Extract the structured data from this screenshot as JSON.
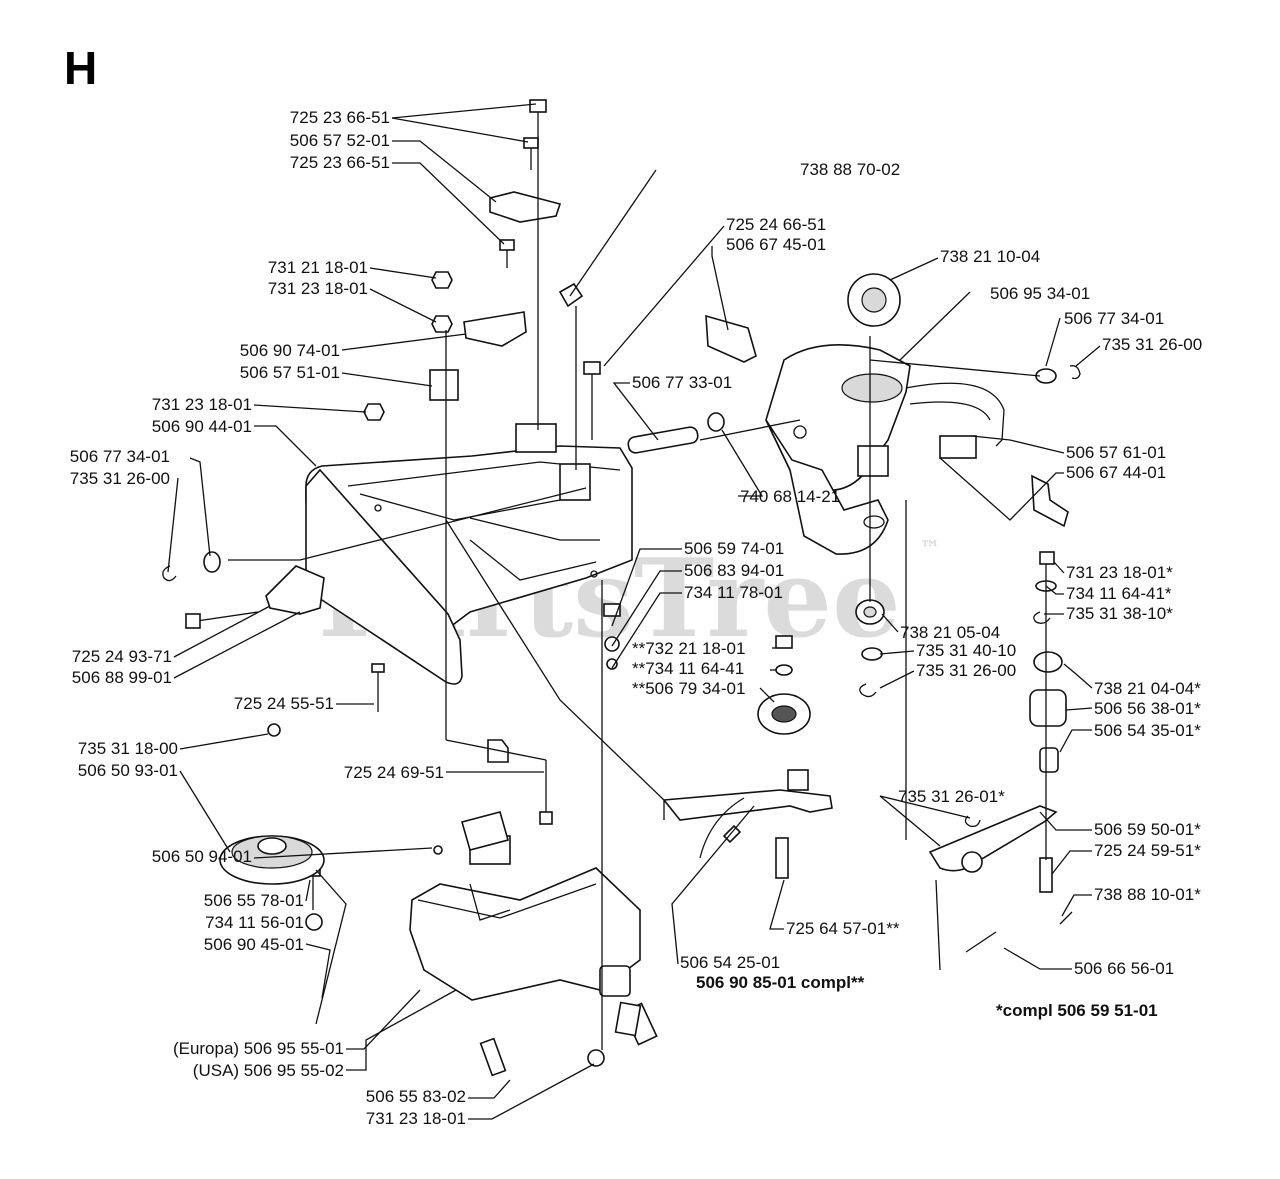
{
  "section_letter": "H",
  "watermark": "PartsTree",
  "watermark_tm": "™",
  "labels": [
    "725 23 66-51",
    "506 57 52-01",
    "725 23 66-51",
    "738 88 70-02",
    "725 24 66-51",
    "506 67 45-01",
    "738 21 10-04",
    "731 21 18-01",
    "731 23 18-01",
    "506 95 34-01",
    "506 77 34-01",
    "735 31 26-00",
    "506 90 74-01",
    "506 57 51-01",
    "506 77 33-01",
    "731 23 18-01",
    "506 90 44-01",
    "506 57 61-01",
    "506 77 34-01",
    "735 31 26-00",
    "506 67 44-01",
    "740 68 14-21",
    "506 59 74-01",
    "506 83 94-01",
    "731 23 18-01*",
    "734 11 78-01",
    "734 11 64-41*",
    "735 31 38-10*",
    "**732 21 18-01",
    "738 21 05-04",
    "725 24 93-71",
    "**734 11 64-41",
    "735 31 40-10",
    "506 88 99-01",
    "735 31 26-00",
    "**506 79 34-01",
    "738 21 04-04*",
    "725 24 55-51",
    "506 56 38-01*",
    "506 54 35-01*",
    "735 31 18-00",
    "506 50 93-01",
    "725 24 69-51",
    "735 31 26-01*",
    "506 59 50-01*",
    "506 50 94-01",
    "725 24 59-51*",
    "506 55 78-01",
    "738 88 10-01*",
    "734 11 56-01",
    "725 64 57-01**",
    "506 90 45-01",
    "506 54 25-01",
    "506 66 56-01",
    "(Europa) 506 95 55-01",
    "(USA) 506 95 55-02",
    "506 55 83-02",
    "731 23 18-01"
  ],
  "notes": {
    "compl_assembly": "506 90 85-01 compl**",
    "compl_star": "*compl 506 59 51-01"
  }
}
